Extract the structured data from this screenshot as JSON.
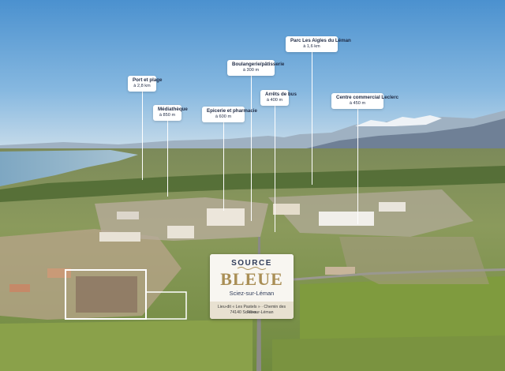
{
  "pois": [
    {
      "name": "Port et plage",
      "distance": "à 2,8 km"
    },
    {
      "name": "Médiathèque",
      "distance": "à 850 m"
    },
    {
      "name": "Epicerie et pharmacie",
      "distance": "à 600 m"
    },
    {
      "name": "Boulangerie/pâtisserie",
      "distance": "à 300 m"
    },
    {
      "name": "Arrêts de bus",
      "distance": "à 400 m"
    },
    {
      "name": "Parc Les Aigles du Léman",
      "distance": "à 1,6 km"
    },
    {
      "name": "Centre commercial Leclerc",
      "distance": "à 450 m"
    }
  ],
  "brand": {
    "source": "SOURCE",
    "bleue": "BLEUE",
    "town": "Sciez-sur-Léman",
    "address": "Lieu-dit « Les Pastels » · Chemin des Filles",
    "city": "74140 Sciez-sur-Léman"
  }
}
